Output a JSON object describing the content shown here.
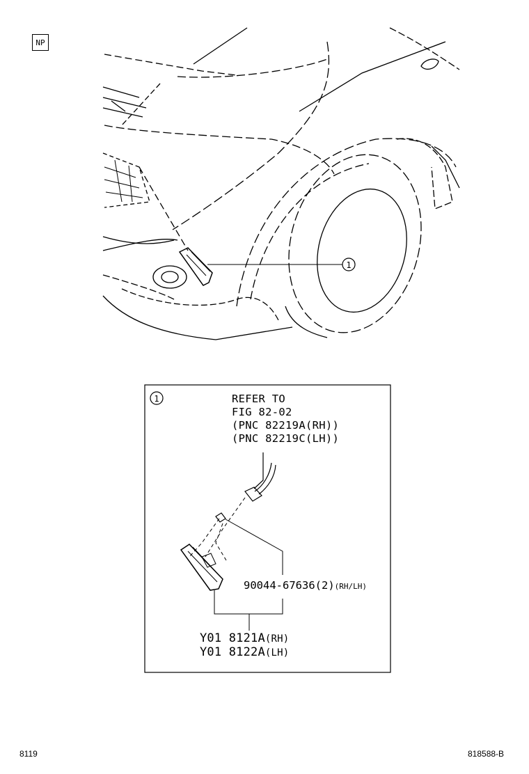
{
  "badge": "NP",
  "callout": {
    "number": "1"
  },
  "detail": {
    "callout_number": "1",
    "note_lines": [
      "REFER TO",
      "FIG 82-02",
      "(PNC 82219A(RH))",
      "(PNC 82219C(LH))"
    ],
    "clip_part": {
      "number": "90044-67636",
      "qty": "(2)",
      "side": "(RH/LH)"
    },
    "lamp_parts": [
      {
        "code": "Y01 8121A",
        "side": "(RH)"
      },
      {
        "code": "Y01 8122A",
        "side": "(LH)"
      }
    ]
  },
  "footer": {
    "left": "8119",
    "right": "818588-B"
  }
}
